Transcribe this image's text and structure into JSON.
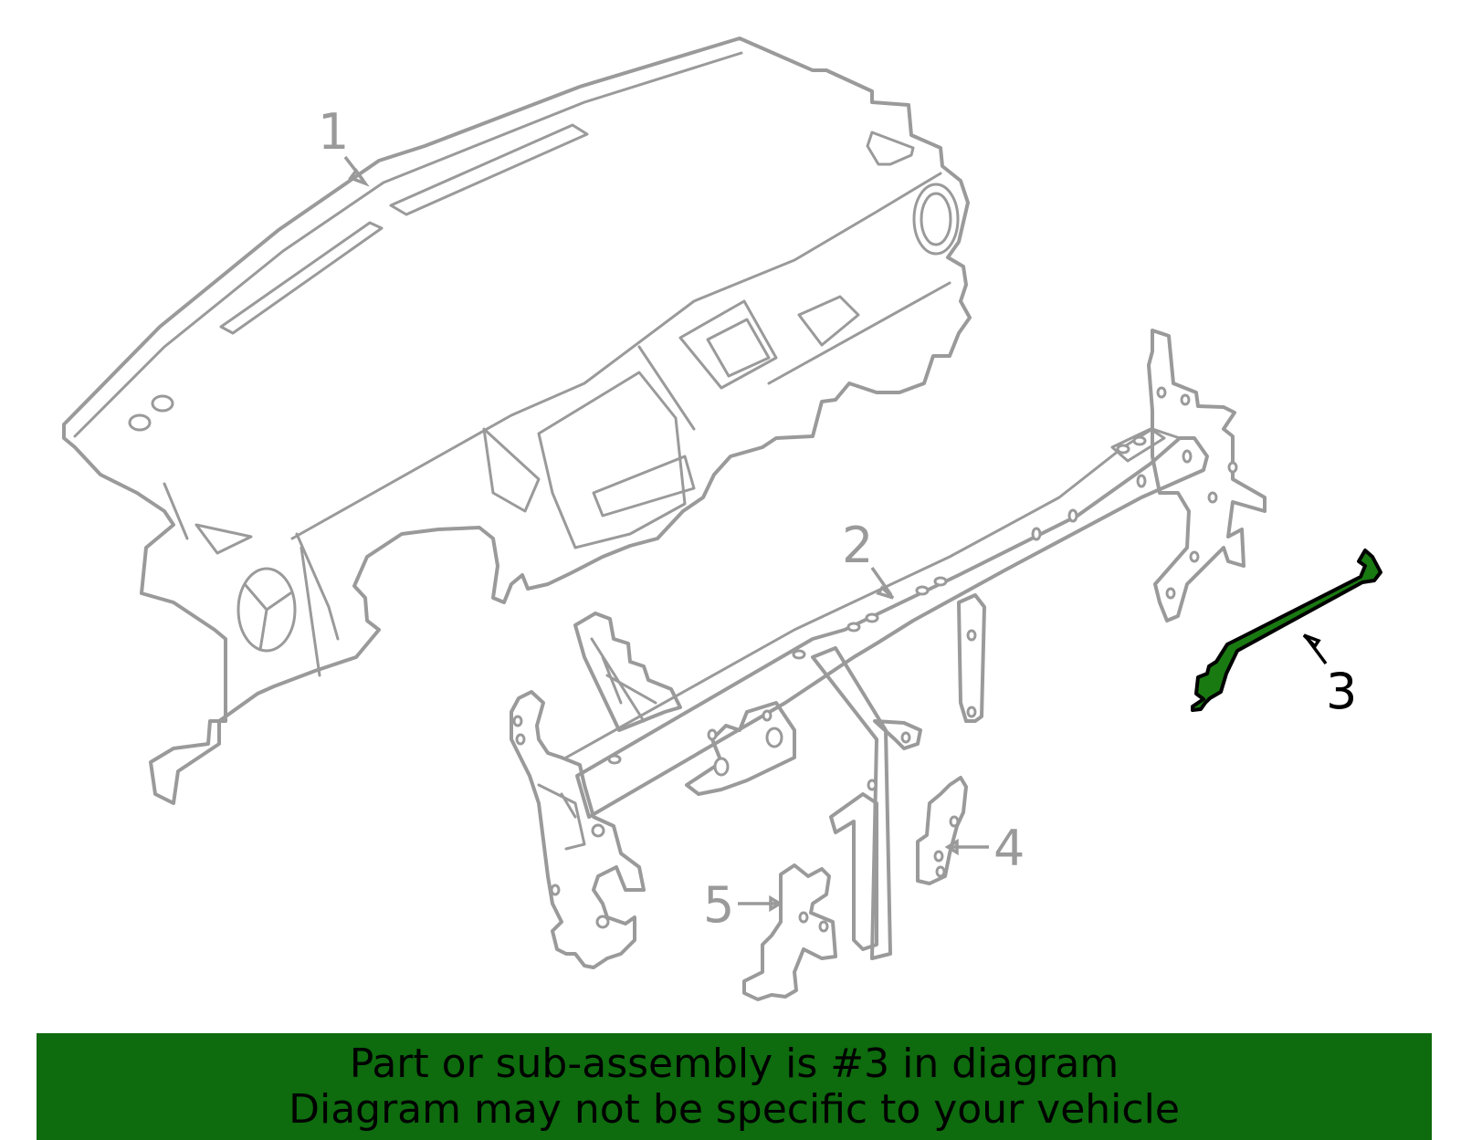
{
  "callouts": {
    "c1": "1",
    "c2": "2",
    "c3": "3",
    "c4": "4",
    "c5": "5"
  },
  "highlighted_callout": "3",
  "colors": {
    "outline": "#9a9a9a",
    "highlight_fill": "#1a7a12",
    "banner_bg": "#0e6b0e",
    "text": "#000000"
  },
  "banner": {
    "line1": "Part or sub-assembly is #3 in diagram",
    "line2": "Diagram may not be specific to your vehicle"
  }
}
